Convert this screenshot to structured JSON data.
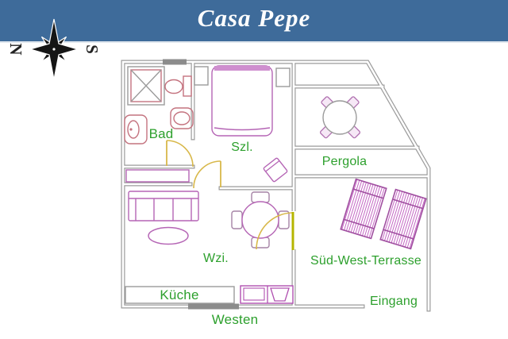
{
  "header": {
    "title": "Casa Pepe"
  },
  "compass": {
    "north_label": "N",
    "south_label": "S"
  },
  "labels": {
    "bad": "Bad",
    "szl": "Szl.",
    "pergola": "Pergola",
    "wzi": "Wzi.",
    "kueche": "Küche",
    "terrasse": "Süd-West-Terrasse",
    "eingang": "Eingang",
    "westen": "Westen"
  },
  "colors": {
    "header_bg": "#3e6b9a",
    "header_text": "#ffffff",
    "wall_gray": "#9b9b9b",
    "furniture_violet": "#b565b5",
    "bathroom_pink": "#c4737f",
    "label_green": "#2da02d",
    "door_yellow": "#d8b84a",
    "door_leaf_olive": "#b5b500"
  }
}
